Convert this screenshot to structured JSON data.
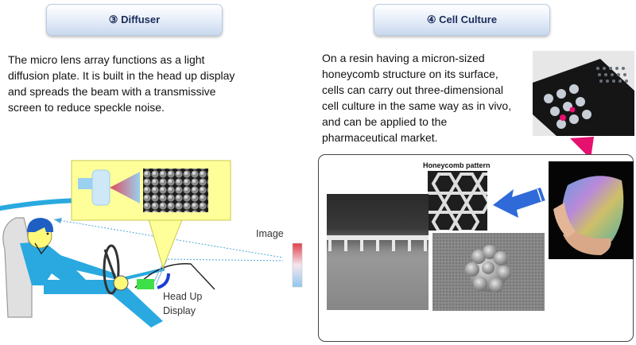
{
  "diffuser": {
    "badge": "③ Diffuser",
    "lines": [
      "The micro lens array functions as a light",
      "diffusion plate. It is built in the head up display",
      "and spreads the beam with a transmissive",
      "screen to reduce speckle noise."
    ],
    "image_label": "Image",
    "hud_label_1": "Head Up",
    "hud_label_2": "Display"
  },
  "cell": {
    "badge": "④ Cell Culture",
    "lines": [
      "On a resin having a micron-sized",
      "honeycomb structure on its surface,",
      "cells can carry out three-dimensional",
      "cell culture in the same way as in vivo,",
      "and can be applied to the",
      "pharmaceutical market."
    ],
    "honeycomb_label": "Honeycomb pattern"
  },
  "colors": {
    "body_blue": "#29a9e0",
    "badge_text": "#1c2c5c",
    "callout_yellow": "#ffff9a",
    "arrow_blue": "#2f6ad8",
    "arrow_pink": "#e6106f"
  }
}
